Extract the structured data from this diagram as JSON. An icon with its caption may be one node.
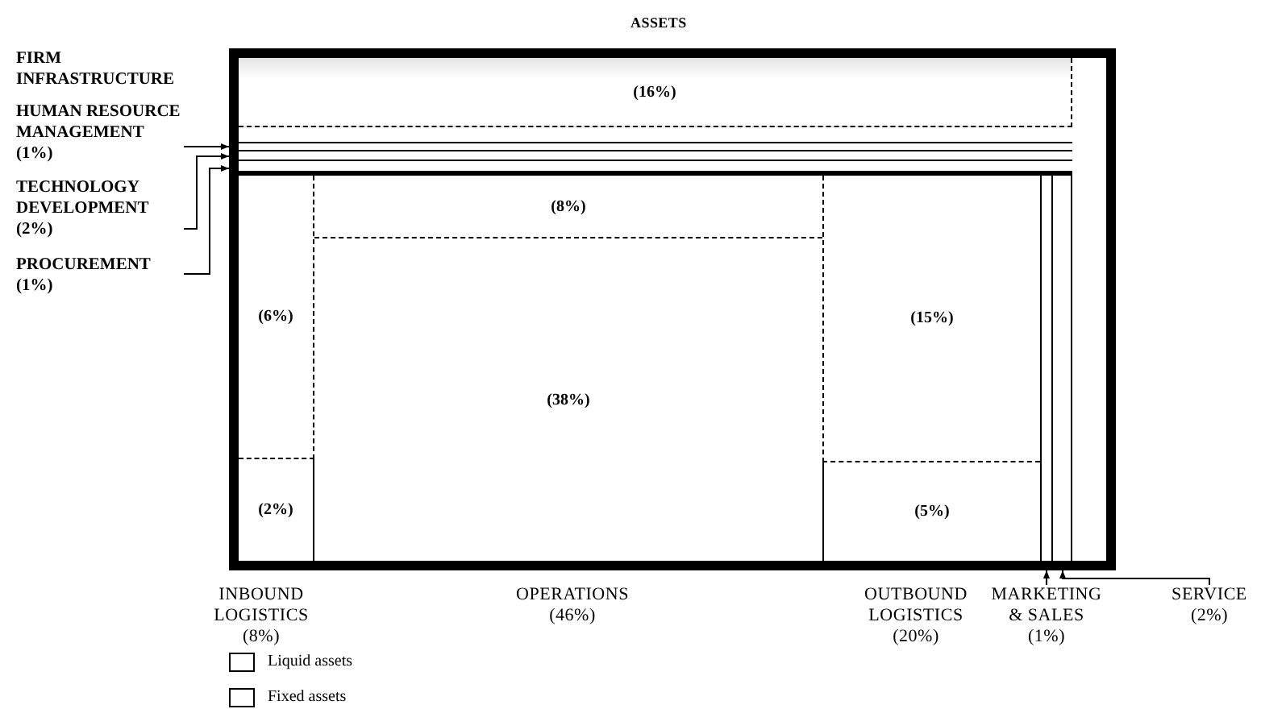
{
  "diagram": {
    "title": "ASSETS",
    "nodes": [
      {
        "text": [],
        "shape": "box"
      },
      {
        "text": [
          "(16%)"
        ],
        "in": 0
      },
      {
        "text": [],
        "shape": "bar",
        "in": 0
      },
      {
        "text": [],
        "shape": "bar",
        "in": 0
      },
      {
        "text": [],
        "shape": "bar",
        "in": 0
      },
      {
        "text": [
          "(6%)"
        ],
        "in": 0
      },
      {
        "text": [
          "(2%)"
        ],
        "in": 0
      },
      {
        "text": [
          "(8%)"
        ],
        "in": 0
      },
      {
        "text": [
          "(38%)"
        ],
        "in": 0
      },
      {
        "text": [
          "(15%)"
        ],
        "in": 0
      },
      {
        "text": [
          "(5%)"
        ],
        "in": 0
      },
      {
        "text": [],
        "shape": "bar",
        "in": 0
      },
      {
        "text": [],
        "shape": "bar",
        "in": 0
      },
      {
        "text": [
          "HUMAN RESOURCE MANAGEMENT",
          "(1%)"
        ]
      },
      {
        "text": [
          "TECHNOLOGY DEVELOPMENT",
          "(2%)"
        ]
      },
      {
        "text": [
          "PROCUREMENT",
          "(1%)"
        ]
      },
      {
        "text": [
          "MARKETING & SALES",
          "(1%)"
        ]
      },
      {
        "text": [
          "SERVICE",
          "(2%)"
        ]
      }
    ],
    "edges": [
      {
        "from": 13,
        "to": 2,
        "arrow": "to"
      },
      {
        "from": 14,
        "to": 3,
        "arrow": "to"
      },
      {
        "from": 15,
        "to": 4,
        "arrow": "to"
      },
      {
        "from": 16,
        "to": 11,
        "arrow": "to"
      },
      {
        "from": 17,
        "to": 12,
        "arrow": "to"
      }
    ],
    "labels": [
      "FIRM INFRASTRUCTURE",
      "INBOUND LOGISTICS (8%)",
      "OPERATIONS (46%)",
      "OUTBOUND LOGISTICS (20%)"
    ],
    "legend": [
      {
        "text": "Liquid assets"
      },
      {
        "text": "Fixed assets"
      }
    ]
  }
}
